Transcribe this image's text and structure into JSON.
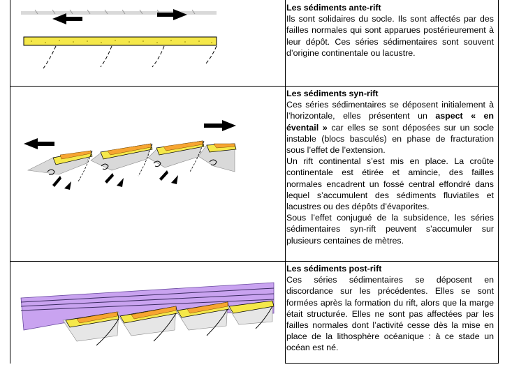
{
  "rows": [
    {
      "title": "Les sédiments ante-rift",
      "paragraphs": [
        "Ils sont solidaires du socle. Ils sont affectés par des failles normales qui sont apparues postérieurement à leur dépôt. Ces séries sédimentaires sont souvent d’origine continentale ou lacustre."
      ]
    },
    {
      "title": "Les sédiments syn-rift",
      "p1_before": "Ces séries sédimentaires se déposent initialement à l’horizontale, elles présentent un ",
      "p1_bold": "aspect « en éventail »",
      "p1_after": " car elles se sont déposées sur un socle instable (blocs basculés) en phase de fracturation sous l’effet de l’extension.",
      "p2": "Un rift continental s’est mis en place. La croûte continentale est étirée et amincie, des failles normales encadrent un fossé central effondré dans lequel s’accumulent des sédiments fluviatiles et lacustres ou des dépôts d’évaporites.",
      "p3": "Sous l’effet conjugué de la subsidence, les séries sédimentaires syn-rift peuvent s’accumuler sur plusieurs centaines de mètres."
    },
    {
      "title": "Les sédiments post-rift",
      "paragraphs": [
        "Ces séries sédimentaires se déposent en discordance sur les précédentes. Elles se sont formées après la formation du rift, alors que la marge était structurée. Elles ne sont pas affectées par les failles normales dont l’activité cesse dès la mise en place de la lithosphère océanique : à ce stade un océan est né."
      ]
    }
  ],
  "colors": {
    "sediment_yellow": "#f5e84a",
    "syn_rift_orange": "#f7a531",
    "post_rift_purple": "#c9a3f0",
    "basement_grey": "#d9d9d9"
  }
}
